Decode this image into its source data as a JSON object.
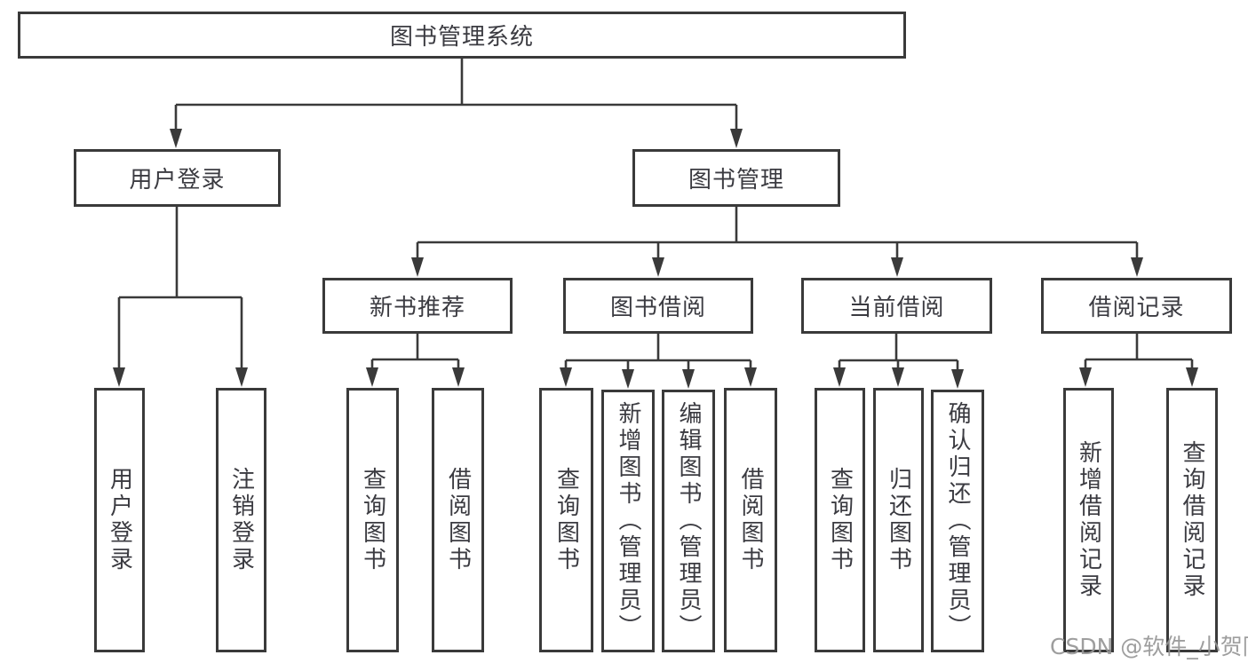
{
  "tree": {
    "root": "图书管理系统",
    "level2": [
      {
        "label": "用户登录",
        "children": [
          "用户登录",
          "注销登录"
        ]
      },
      {
        "label": "图书管理",
        "modules": [
          {
            "label": "新书推荐",
            "children": [
              "查询图书",
              "借阅图书"
            ]
          },
          {
            "label": "图书借阅",
            "children": [
              "查询图书",
              "新增图书（管理员）",
              "编辑图书（管理员）",
              "借阅图书"
            ]
          },
          {
            "label": "当前借阅",
            "children": [
              "查询图书",
              "归还图书",
              "确认归还（管理员）"
            ]
          },
          {
            "label": "借阅记录",
            "children": [
              "新增借阅记录",
              "查询借阅记录"
            ]
          }
        ]
      }
    ]
  },
  "watermark": {
    "text": "CSDN @软件_小贺同学"
  },
  "colors": {
    "line": "#3a3a3a",
    "text": "#3b3b41",
    "watermark": "#969696",
    "background": "#ffffff"
  }
}
